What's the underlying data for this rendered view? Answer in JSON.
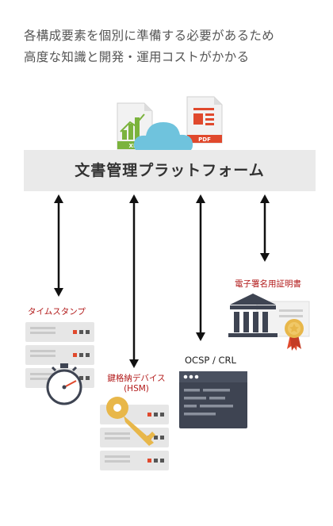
{
  "intro": {
    "line1": "各構成要素を個別に準備する必要があるため",
    "line2": "高度な知識と開発・運用コストがかかる"
  },
  "platform": {
    "label": "文書管理プラットフォーム",
    "files": {
      "xls": "XLS",
      "pdf": "PDF"
    }
  },
  "components": [
    {
      "label": "タイムスタンプ"
    },
    {
      "label_line1": "鍵格納デバイス",
      "label_line2": "(HSM)"
    },
    {
      "label": "OCSP / CRL"
    },
    {
      "label": "電子署名用証明書"
    }
  ],
  "colors": {
    "accent_red": "#b21a1a",
    "server": "#e6e6e6",
    "cloud": "#6fc3dd",
    "xls_green": "#7bb33d",
    "pdf_red": "#e0492d",
    "key_gold": "#e8b74a",
    "terminal": "#3e4452"
  }
}
